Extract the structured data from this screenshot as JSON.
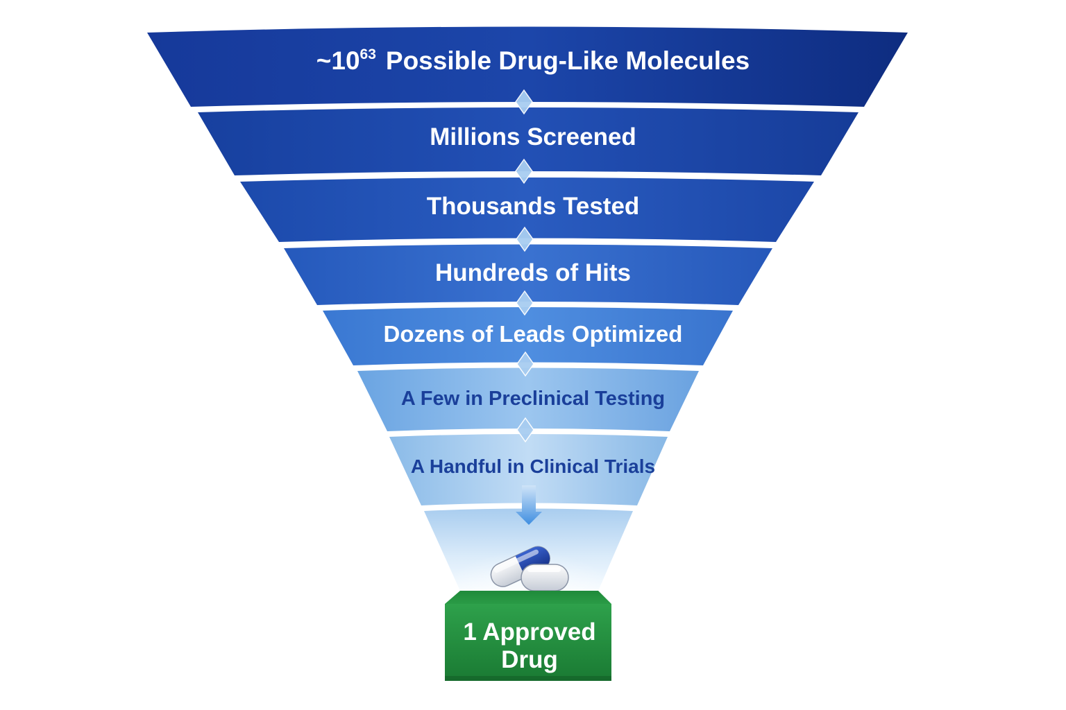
{
  "funnel": {
    "top": {
      "prefix": "~10",
      "exponent": "63",
      "text": "Possible Drug-Like Molecules"
    },
    "stages": [
      "Millions Screened",
      "Thousands Tested",
      "Hundreds of Hits",
      "Dozens of Leads Optimized",
      "A Few in Preclinical Testing",
      "A Handful in Clinical Trials"
    ],
    "result": {
      "line1": "1 Approved",
      "line2": "Drug"
    }
  },
  "colors": {
    "band_dark": "#0f2f86",
    "band_mid": "#2e63c0",
    "band_light": "#9cc6ec",
    "text_dark": "#1a3f9a",
    "pedestal": "#1f8a3a",
    "capsule_blue": "#1d3fa6",
    "capsule_white": "#e8ecf2"
  }
}
